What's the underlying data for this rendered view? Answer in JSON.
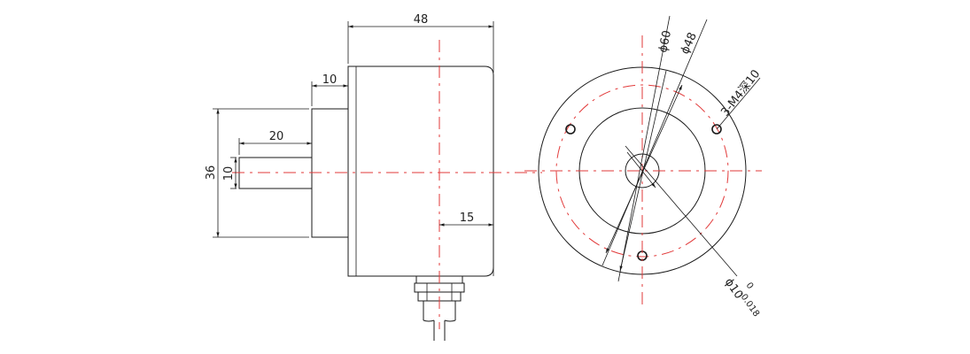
{
  "dimensions": {
    "overall_length": "48",
    "flange_length": "10",
    "shaft_length": "20",
    "flange_height": "36",
    "shaft_diameter": "10",
    "cable_offset": "15",
    "outer_diameter": "ϕ60",
    "bolt_circle_diameter": "ϕ48",
    "mounting_holes": "3-M4深10",
    "bore_diameter": "ϕ10",
    "bore_tolerance_upper": "0",
    "bore_tolerance_lower": "-0.018"
  },
  "colors": {
    "outline": "#1a1a1a",
    "centerline": "#e23a3a",
    "background": "#ffffff"
  }
}
